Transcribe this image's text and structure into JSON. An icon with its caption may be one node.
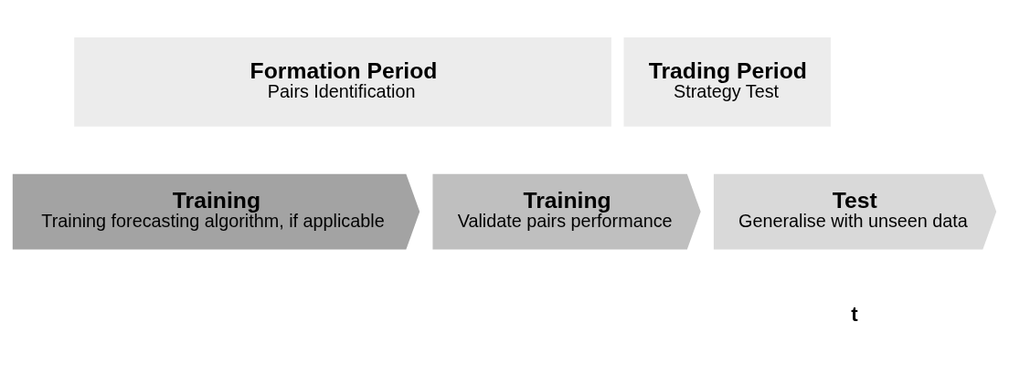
{
  "diagram": {
    "nodes": [
      {
        "text": [
          "Formation Period",
          "Pairs Identification"
        ]
      },
      {
        "text": [
          "Trading Period",
          "Strategy Test"
        ]
      },
      {
        "text": [
          "Training",
          "Training forecasting algorithm, if applicable"
        ]
      },
      {
        "text": [
          "Training",
          "Validate pairs performance"
        ]
      },
      {
        "text": [
          "Test",
          "Generalise with unseen data"
        ]
      }
    ],
    "labels": [
      "t"
    ]
  }
}
